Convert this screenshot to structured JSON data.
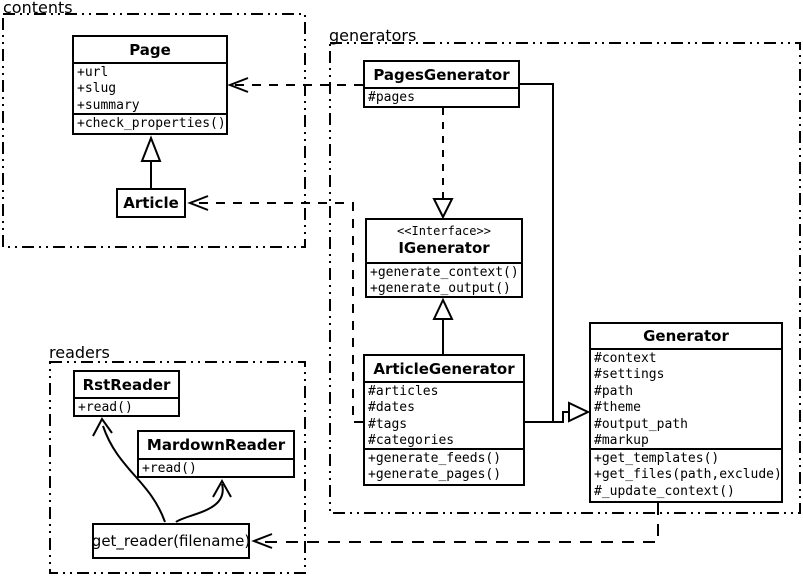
{
  "diagram": {
    "title": "static site generator UML class diagram",
    "colors": {
      "line": "#000000",
      "background": "#ffffff"
    }
  },
  "packages": {
    "contents": {
      "label": "contents"
    },
    "generators": {
      "label": "generators"
    },
    "readers": {
      "label": "readers"
    }
  },
  "classes": {
    "page": {
      "name": "Page",
      "attributes": [
        "+url",
        "+slug",
        "+summary"
      ],
      "methods": [
        "+check_properties()"
      ]
    },
    "article": {
      "name": "Article"
    },
    "pages_generator": {
      "name": "PagesGenerator",
      "attributes": [
        "#pages"
      ]
    },
    "igenerator": {
      "stereotype": "<<Interface>>",
      "name": "IGenerator",
      "methods": [
        "+generate_context()",
        "+generate_output()"
      ]
    },
    "article_generator": {
      "name": "ArticleGenerator",
      "attributes": [
        "#articles",
        "#dates",
        "#tags",
        "#categories"
      ],
      "methods": [
        "+generate_feeds()",
        "+generate_pages()"
      ]
    },
    "generator": {
      "name": "Generator",
      "attributes": [
        "#context",
        "#settings",
        "#path",
        "#theme",
        "#output_path",
        "#markup"
      ],
      "methods": [
        "+get_templates()",
        "+get_files(path,exclude)",
        "#_update_context()"
      ]
    },
    "rst_reader": {
      "name": "RstReader",
      "methods": [
        "+read()"
      ]
    },
    "markdown_reader": {
      "name": "MardownReader",
      "methods": [
        "+read()"
      ]
    },
    "get_reader": {
      "label": "get_reader(filename)"
    }
  },
  "relationships": [
    {
      "from": "Article",
      "to": "Page",
      "type": "generalization"
    },
    {
      "from": "PagesGenerator",
      "to": "Page",
      "type": "dependency"
    },
    {
      "from": "PagesGenerator",
      "to": "IGenerator",
      "type": "realization"
    },
    {
      "from": "ArticleGenerator",
      "to": "IGenerator",
      "type": "generalization"
    },
    {
      "from": "PagesGenerator",
      "to": "Generator",
      "type": "generalization"
    },
    {
      "from": "ArticleGenerator",
      "to": "Generator",
      "type": "generalization"
    },
    {
      "from": "ArticleGenerator",
      "to": "Article",
      "type": "dependency"
    },
    {
      "from": "Generator",
      "to": "get_reader(filename)",
      "type": "dependency"
    },
    {
      "from": "get_reader(filename)",
      "to": "RstReader",
      "type": "arrow"
    },
    {
      "from": "get_reader(filename)",
      "to": "MardownReader",
      "type": "arrow"
    }
  ]
}
